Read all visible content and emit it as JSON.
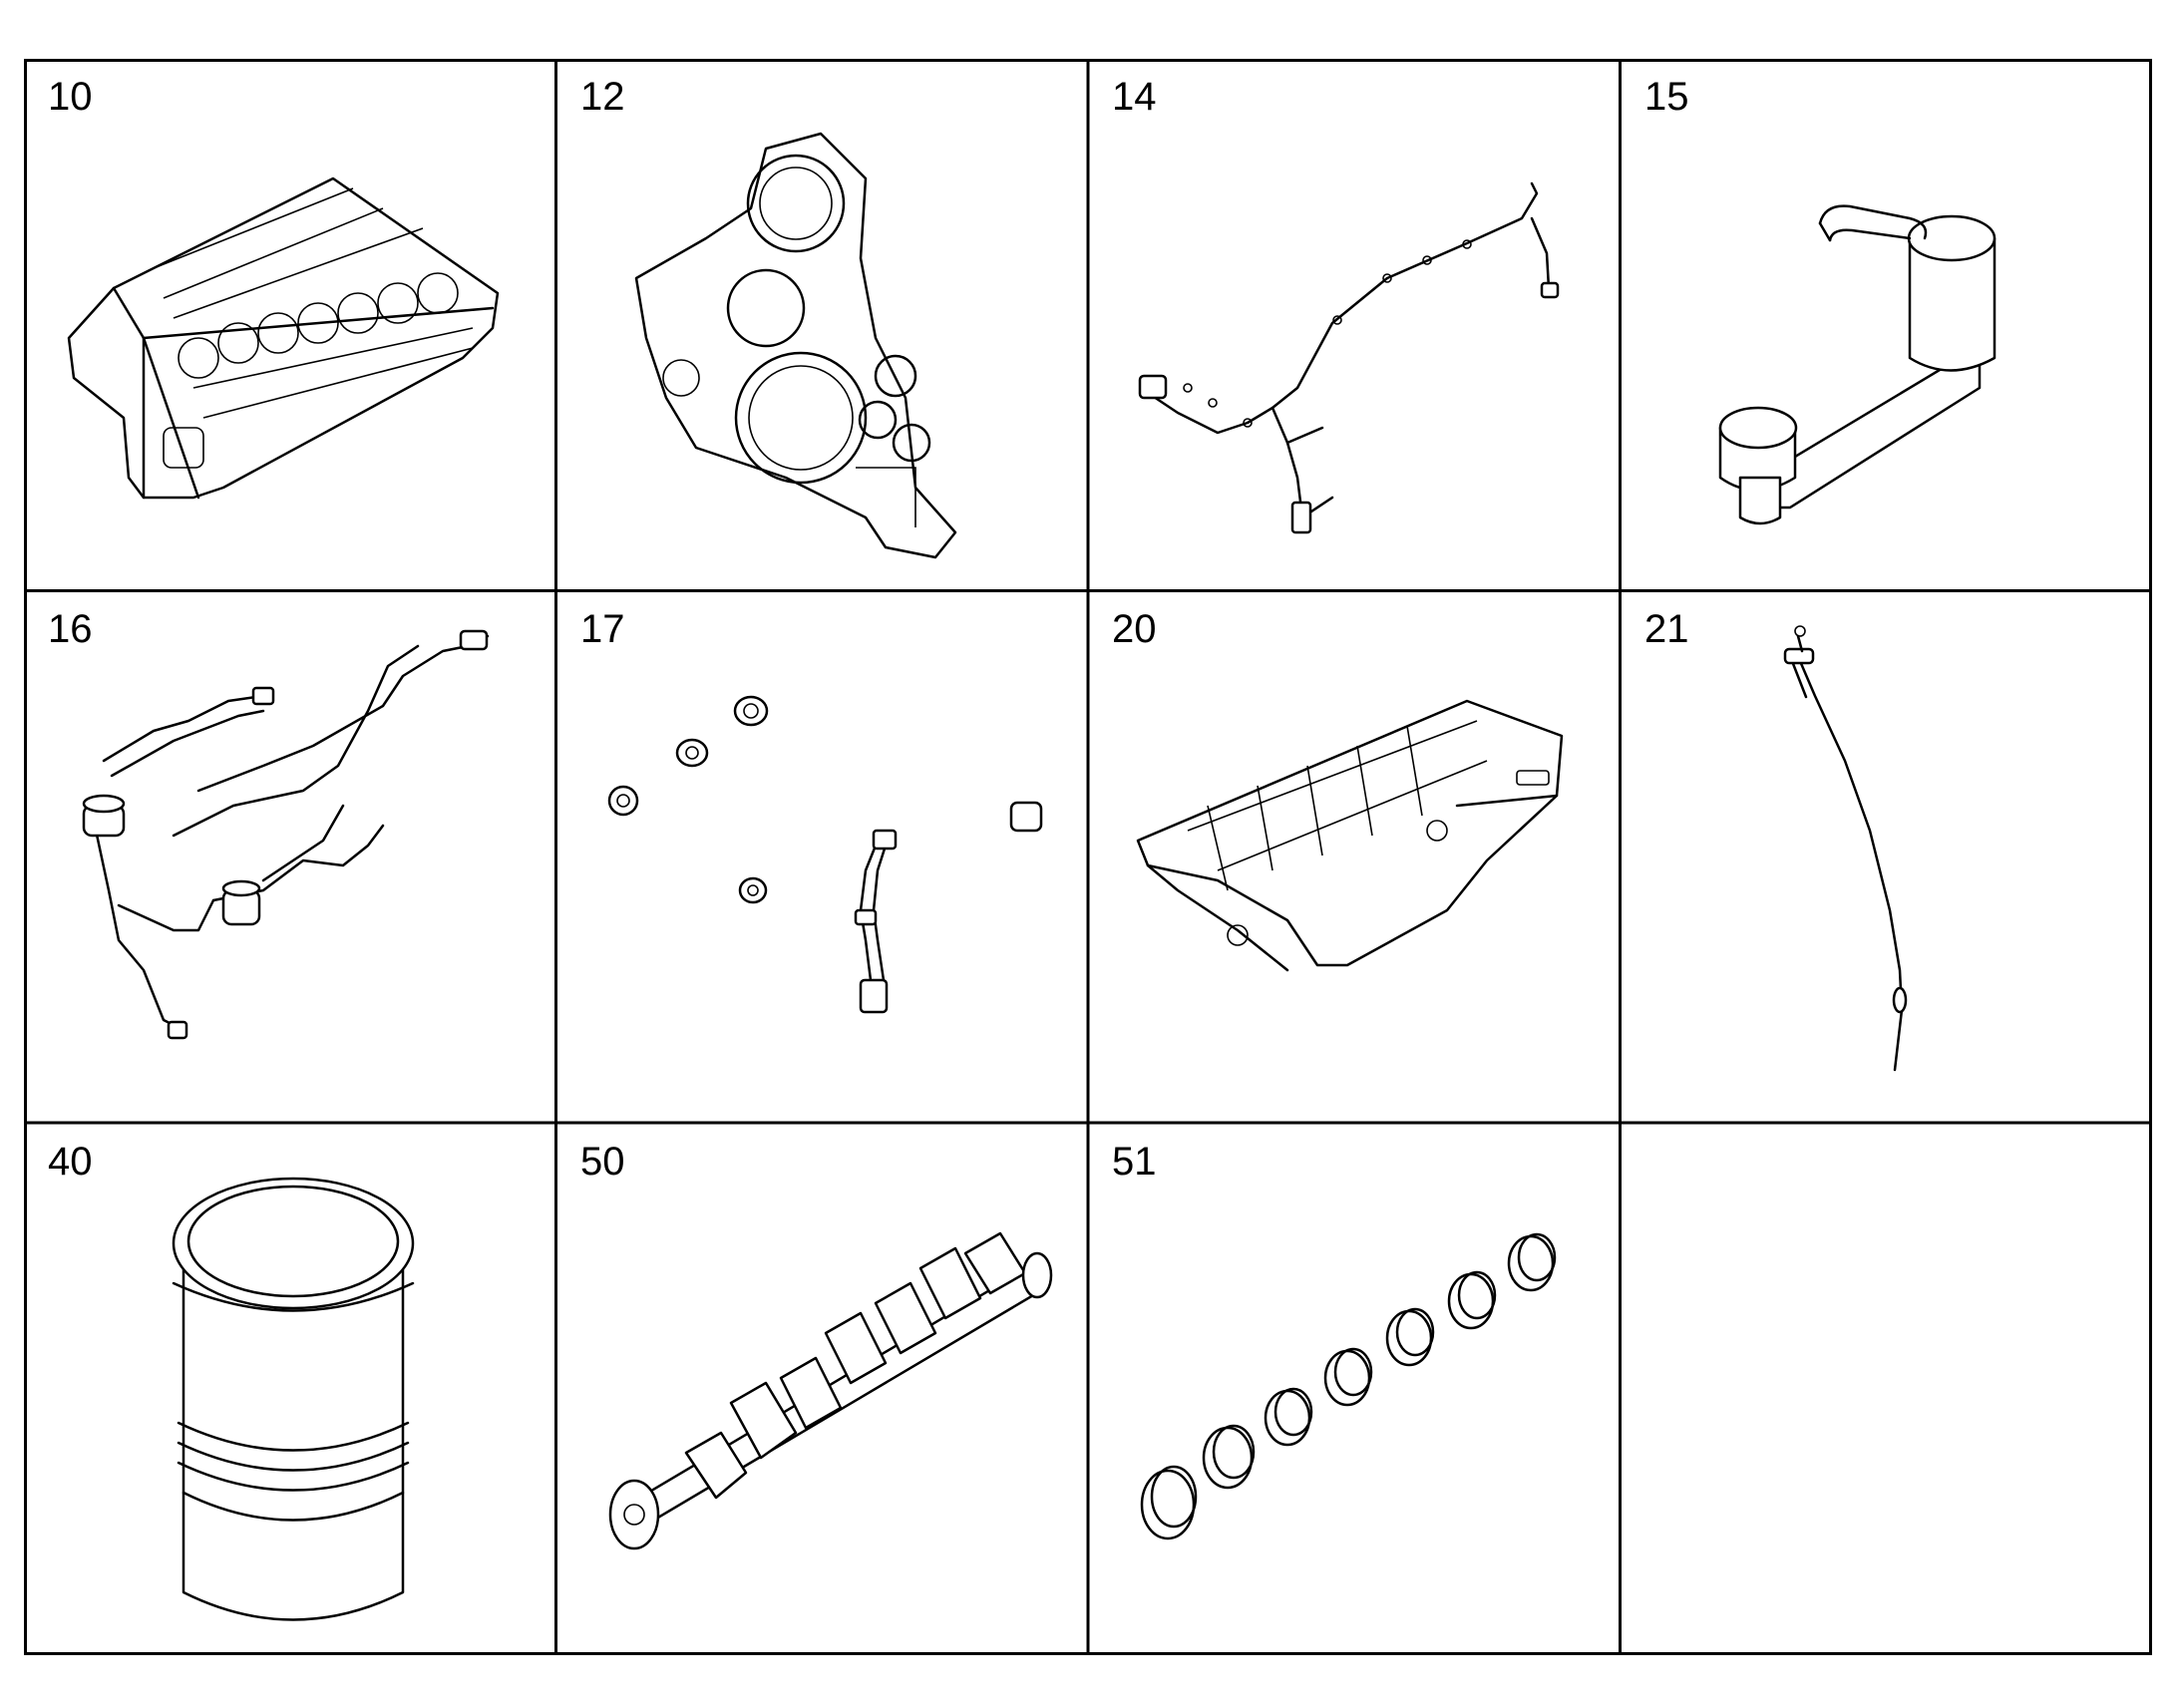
{
  "panels": [
    {
      "id": "p10",
      "number": "10",
      "part": "engine-block"
    },
    {
      "id": "p12",
      "number": "12",
      "part": "timing-gear-housing"
    },
    {
      "id": "p14",
      "number": "14",
      "part": "wiring-harness"
    },
    {
      "id": "p15",
      "number": "15",
      "part": "oil-cooler-filter-housing"
    },
    {
      "id": "p16",
      "number": "16",
      "part": "fuel-line-assembly"
    },
    {
      "id": "p17",
      "number": "17",
      "part": "plugs-and-sensor"
    },
    {
      "id": "p20",
      "number": "20",
      "part": "oil-pan"
    },
    {
      "id": "p21",
      "number": "21",
      "part": "dipstick"
    },
    {
      "id": "p40",
      "number": "40",
      "part": "cylinder-liner"
    },
    {
      "id": "p50",
      "number": "50",
      "part": "crankshaft"
    },
    {
      "id": "p51",
      "number": "51",
      "part": "main-bearing-rings"
    },
    {
      "id": "p_empty",
      "number": "",
      "part": "empty"
    }
  ]
}
